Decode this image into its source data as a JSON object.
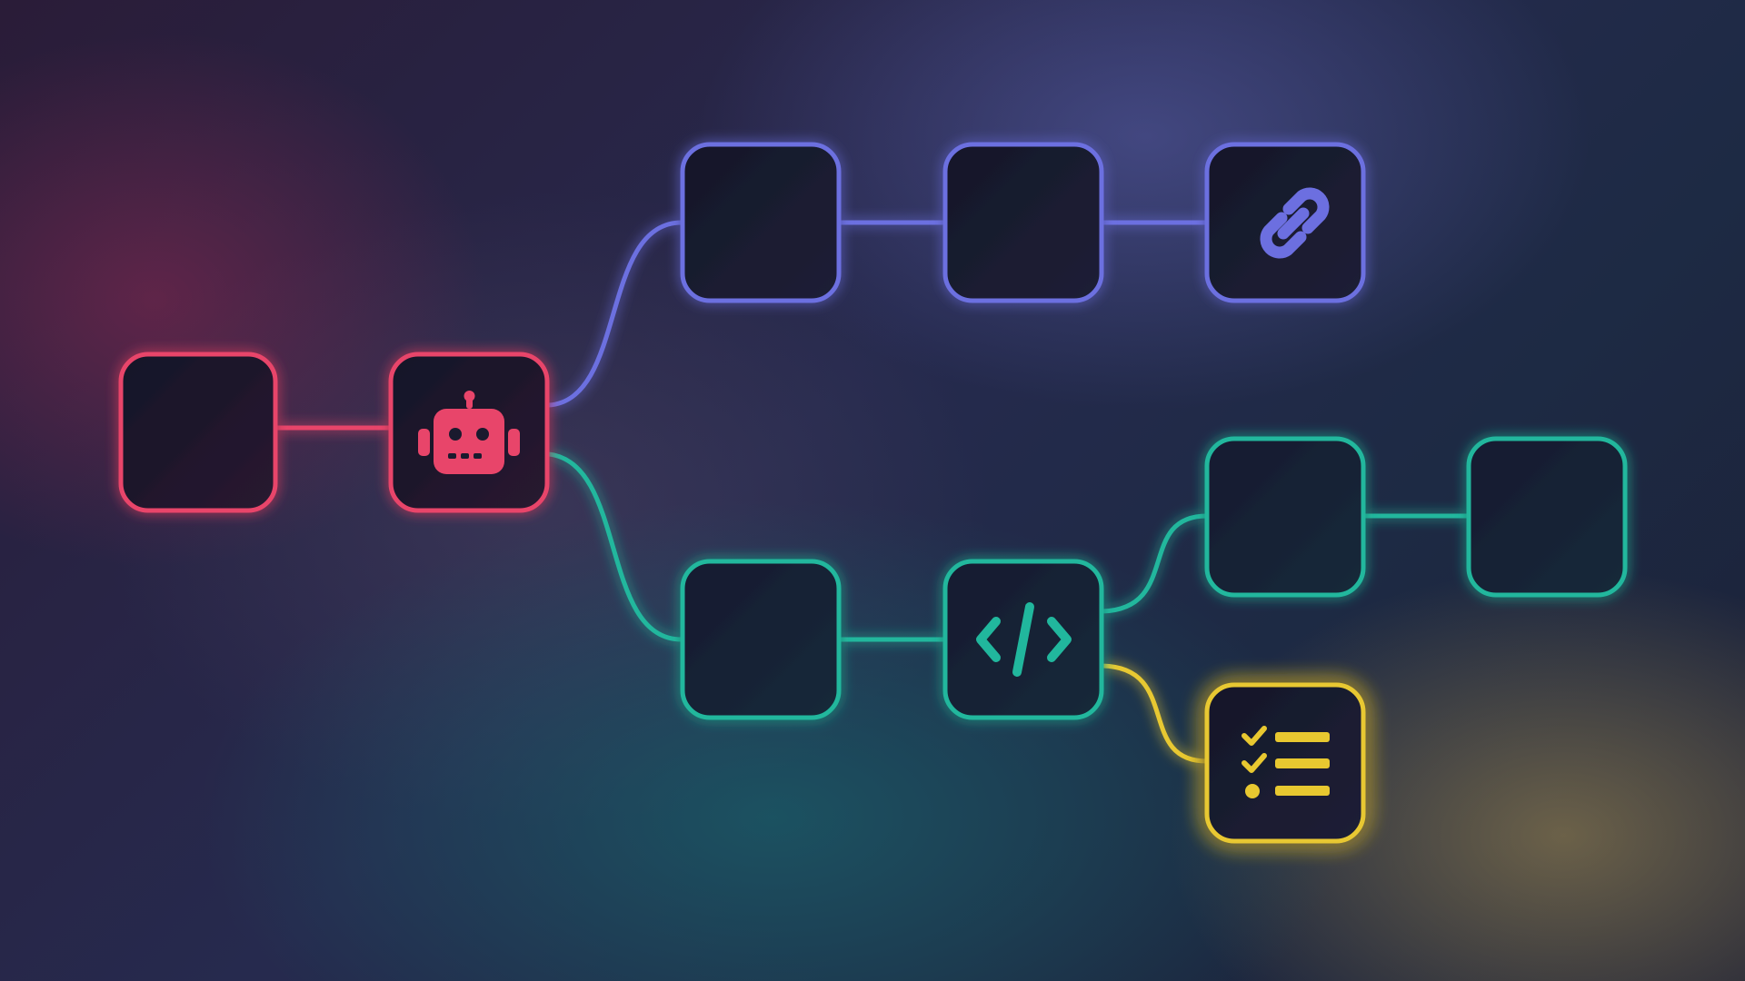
{
  "diagram": {
    "type": "node-flow",
    "colors": {
      "pink": "#e8456a",
      "indigo": "#6c6fe0",
      "teal": "#21b79d",
      "yellow": "#e8c830",
      "node_fill": "#17192e"
    },
    "nodes": [
      {
        "id": "start",
        "color": "pink",
        "icon": null
      },
      {
        "id": "agent",
        "color": "pink",
        "icon": "robot-icon"
      },
      {
        "id": "upper-1",
        "color": "indigo",
        "icon": null
      },
      {
        "id": "upper-2",
        "color": "indigo",
        "icon": null
      },
      {
        "id": "upper-3",
        "color": "indigo",
        "icon": "link-icon"
      },
      {
        "id": "lower-1",
        "color": "teal",
        "icon": null
      },
      {
        "id": "code",
        "color": "teal",
        "icon": "code-icon"
      },
      {
        "id": "teal-3",
        "color": "teal",
        "icon": null
      },
      {
        "id": "teal-4",
        "color": "teal",
        "icon": null
      },
      {
        "id": "checklist",
        "color": "yellow",
        "icon": "checklist-icon"
      }
    ],
    "edges": [
      {
        "from": "start",
        "to": "agent",
        "color": "pink"
      },
      {
        "from": "agent",
        "to": "upper-1",
        "color": "indigo"
      },
      {
        "from": "upper-1",
        "to": "upper-2",
        "color": "indigo"
      },
      {
        "from": "upper-2",
        "to": "upper-3",
        "color": "indigo"
      },
      {
        "from": "agent",
        "to": "lower-1",
        "color": "teal"
      },
      {
        "from": "lower-1",
        "to": "code",
        "color": "teal"
      },
      {
        "from": "code",
        "to": "teal-3",
        "color": "teal"
      },
      {
        "from": "teal-3",
        "to": "teal-4",
        "color": "teal"
      },
      {
        "from": "code",
        "to": "checklist",
        "color": "yellow"
      }
    ]
  }
}
